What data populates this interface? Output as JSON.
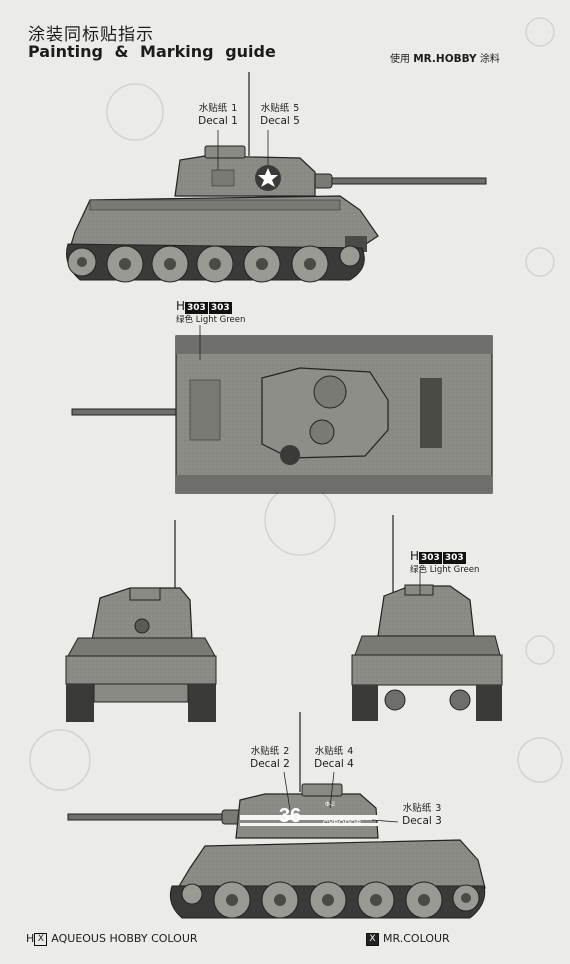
{
  "header": {
    "title_cn": "涂装同标贴指示",
    "title_en": "Painting & Marking guide",
    "paint_prefix": "使用",
    "paint_brand": "MR.HOBBY",
    "paint_suffix": "涂料"
  },
  "decals": {
    "d1": {
      "cn": "水贴纸",
      "num": "1",
      "en": "Decal 1"
    },
    "d5": {
      "cn": "水贴纸",
      "num": "5",
      "en": "Decal 5"
    },
    "d2": {
      "cn": "水贴纸",
      "num": "2",
      "en": "Decal 2"
    },
    "d4": {
      "cn": "水贴纸",
      "num": "4",
      "en": "Decal 4"
    },
    "d3": {
      "cn": "水贴纸",
      "num": "3",
      "en": "Decal 3"
    }
  },
  "color_codes": {
    "top": {
      "h": "H",
      "code1": "303",
      "code2": "303",
      "cn": "绿色",
      "en": "Light Green"
    },
    "rear": {
      "h": "H",
      "code1": "303",
      "code2": "303",
      "cn": "绿色",
      "en": "Light Green"
    }
  },
  "markings": {
    "number": "36",
    "slogan": "СУВОРОВ",
    "small": "Ф-2"
  },
  "footer": {
    "aq_mark": "X",
    "aq_h": "H",
    "aq_label": "AQUEOUS HOBBY COLOUR",
    "mr_mark": "X",
    "mr_label": "MR.COLOUR"
  },
  "colors": {
    "tank_fill": "#8a8a85",
    "tank_dark": "#3a3a38",
    "tank_mid": "#6e6e6a"
  }
}
